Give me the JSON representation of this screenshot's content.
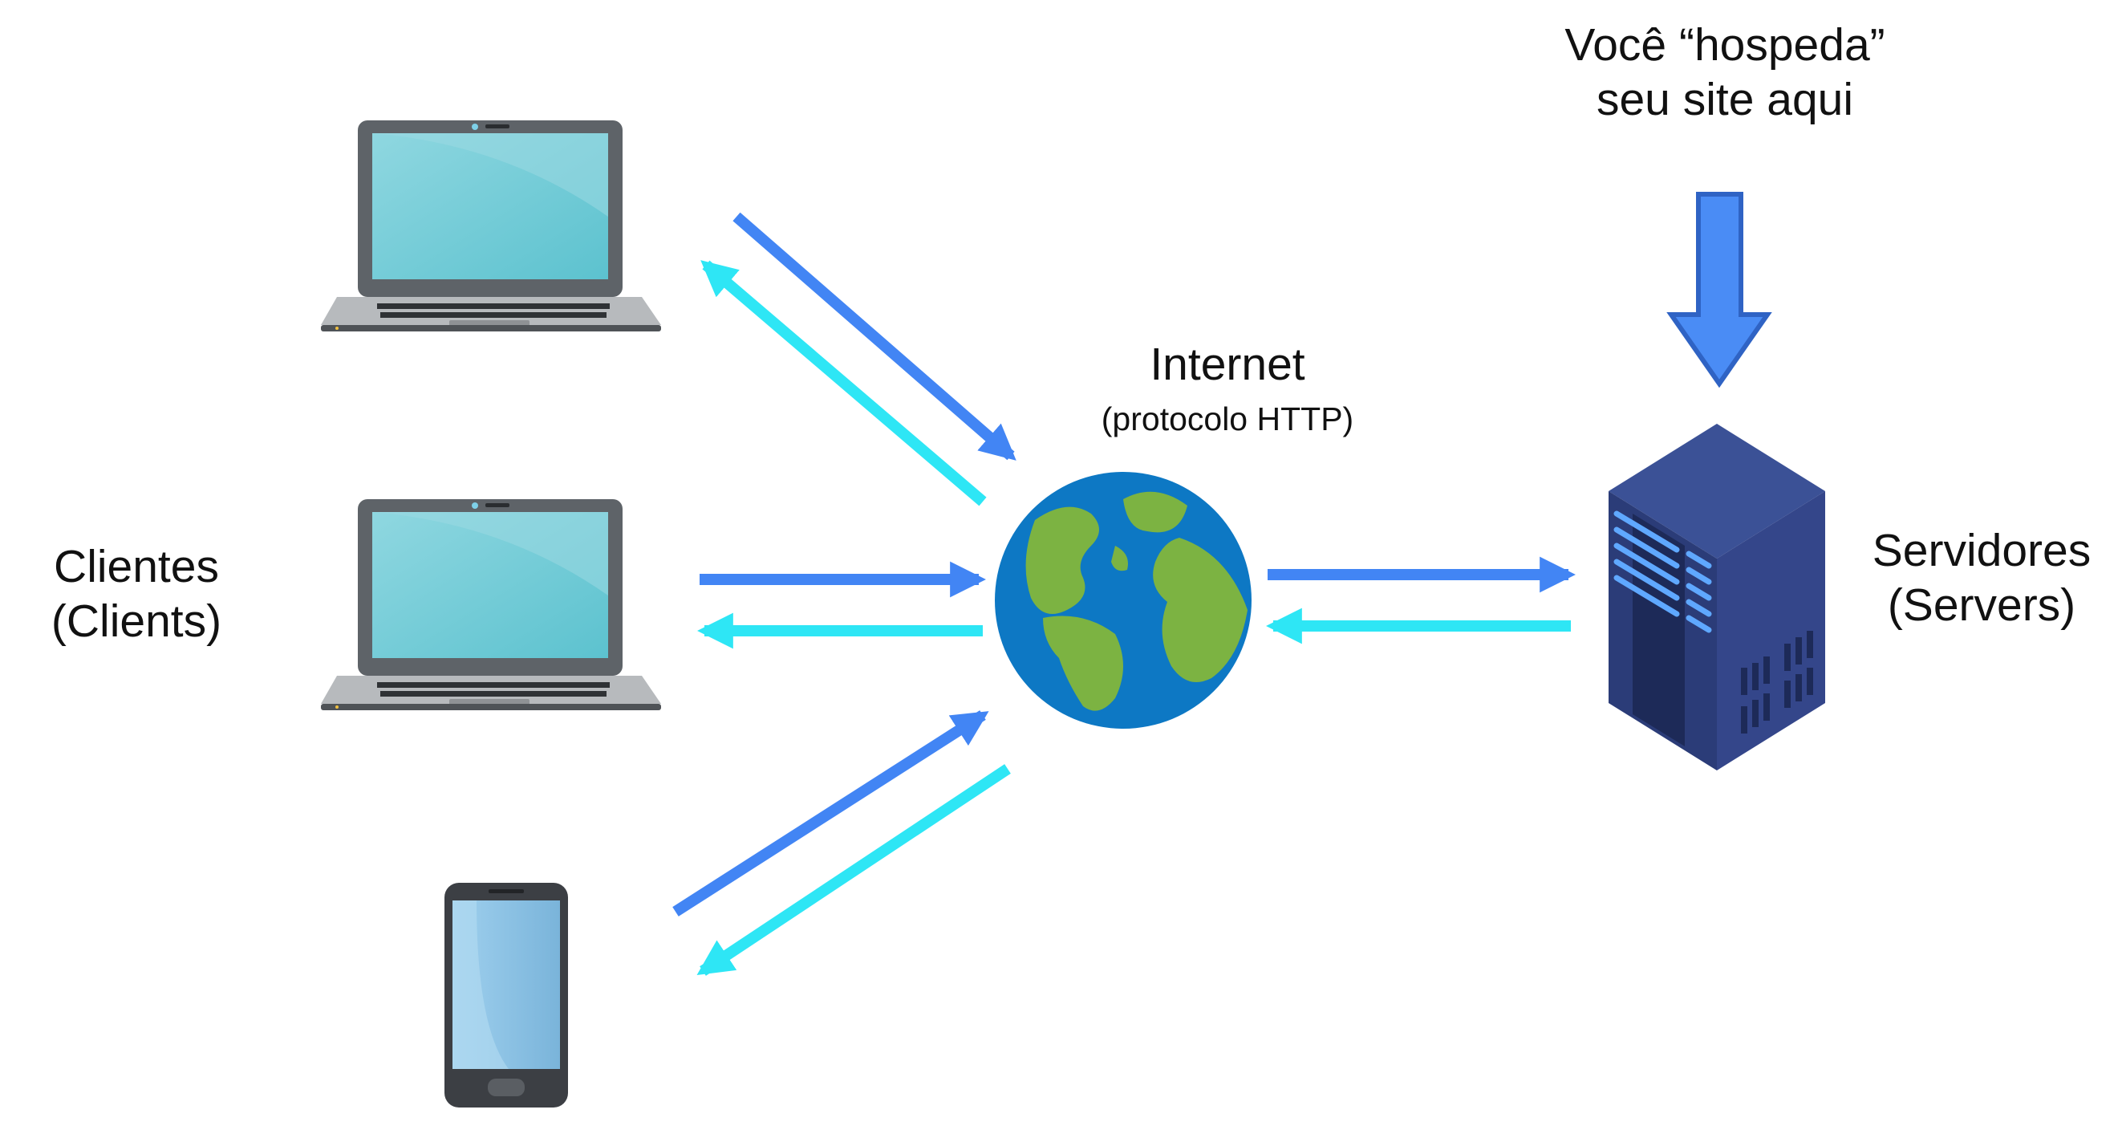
{
  "clients": {
    "title": "Clientes",
    "subtitle": "(Clients)",
    "devices": [
      {
        "name": "laptop"
      },
      {
        "name": "laptop"
      },
      {
        "name": "smartphone"
      }
    ]
  },
  "internet": {
    "title": "Internet",
    "subtitle": "(protocolo HTTP)",
    "icon": "globe-icon"
  },
  "servers": {
    "title": "Servidores",
    "subtitle": "(Servers)",
    "icon": "server-rack-icon"
  },
  "hosting": {
    "line1": "Você “hospeda”",
    "line2": "seu site aqui"
  },
  "colors": {
    "request_arrow": "#4285f4",
    "response_arrow": "#2ee6f5",
    "host_arrow_fill": "#4a8cf5",
    "globe_ocean": "#0d78c4",
    "globe_land": "#7cb342",
    "server_body": "#2d3f7a",
    "server_lights": "#5fa8ff",
    "laptop_screen": "#6fcad6",
    "laptop_frame": "#555a5f",
    "phone_screen": "#7eb7db",
    "phone_body": "#3c3f44"
  }
}
